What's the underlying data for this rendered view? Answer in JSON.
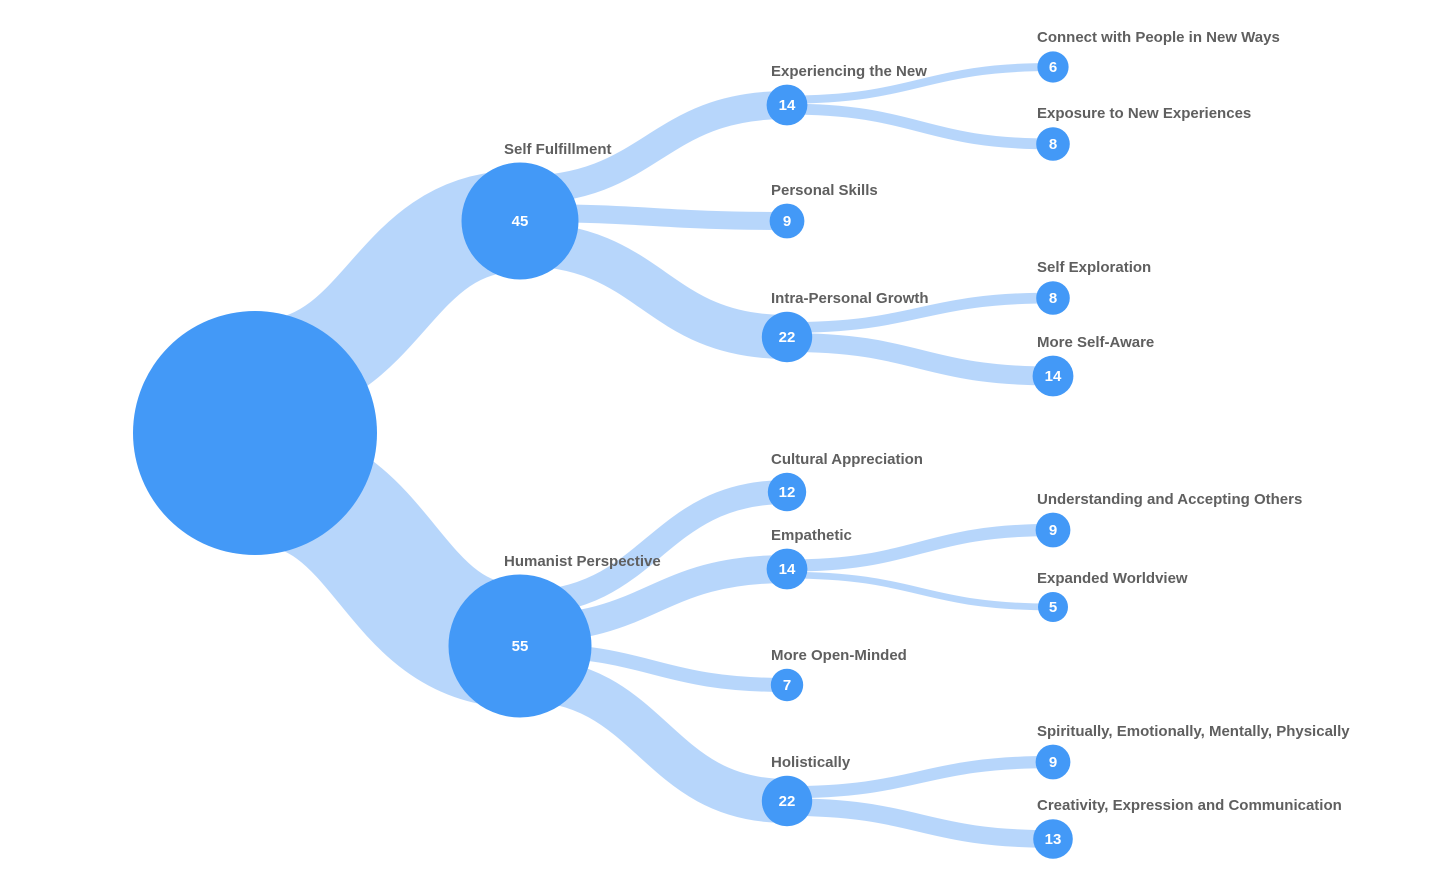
{
  "colors": {
    "node": "#4399f7",
    "link": "#b3d4fb",
    "label": "#5f5f5f"
  },
  "tree": {
    "root": {
      "value": null
    },
    "level1": [
      {
        "id": "self-fulfillment",
        "label": "Self Fulfillment",
        "value": 45
      },
      {
        "id": "humanist-perspective",
        "label": "Humanist Perspective",
        "value": 55
      }
    ],
    "level2": [
      {
        "id": "experiencing-the-new",
        "parent": "self-fulfillment",
        "label": "Experiencing the New",
        "value": 14
      },
      {
        "id": "personal-skills",
        "parent": "self-fulfillment",
        "label": "Personal Skills",
        "value": 9
      },
      {
        "id": "intra-personal-growth",
        "parent": "self-fulfillment",
        "label": "Intra-Personal Growth",
        "value": 22
      },
      {
        "id": "cultural-appreciation",
        "parent": "humanist-perspective",
        "label": "Cultural Appreciation",
        "value": 12
      },
      {
        "id": "empathetic",
        "parent": "humanist-perspective",
        "label": "Empathetic",
        "value": 14
      },
      {
        "id": "more-open-minded",
        "parent": "humanist-perspective",
        "label": "More Open-Minded",
        "value": 7
      },
      {
        "id": "holistically",
        "parent": "humanist-perspective",
        "label": "Holistically",
        "value": 22
      }
    ],
    "level3": [
      {
        "id": "connect-with-people",
        "parent": "experiencing-the-new",
        "label": "Connect with People in New Ways",
        "value": 6
      },
      {
        "id": "exposure-to-new",
        "parent": "experiencing-the-new",
        "label": "Exposure to New Experiences",
        "value": 8
      },
      {
        "id": "self-exploration",
        "parent": "intra-personal-growth",
        "label": "Self Exploration",
        "value": 8
      },
      {
        "id": "more-self-aware",
        "parent": "intra-personal-growth",
        "label": "More Self-Aware",
        "value": 14
      },
      {
        "id": "understanding-accepting",
        "parent": "empathetic",
        "label": "Understanding and Accepting Others",
        "value": 9
      },
      {
        "id": "expanded-worldview",
        "parent": "empathetic",
        "label": "Expanded Worldview",
        "value": 5
      },
      {
        "id": "spiritually-emotionally",
        "parent": "holistically",
        "label": "Spiritually, Emotionally, Mentally, Physically",
        "value": 9
      },
      {
        "id": "creativity-expression",
        "parent": "holistically",
        "label": "Creativity, Expression and Communication",
        "value": 13
      }
    ]
  }
}
